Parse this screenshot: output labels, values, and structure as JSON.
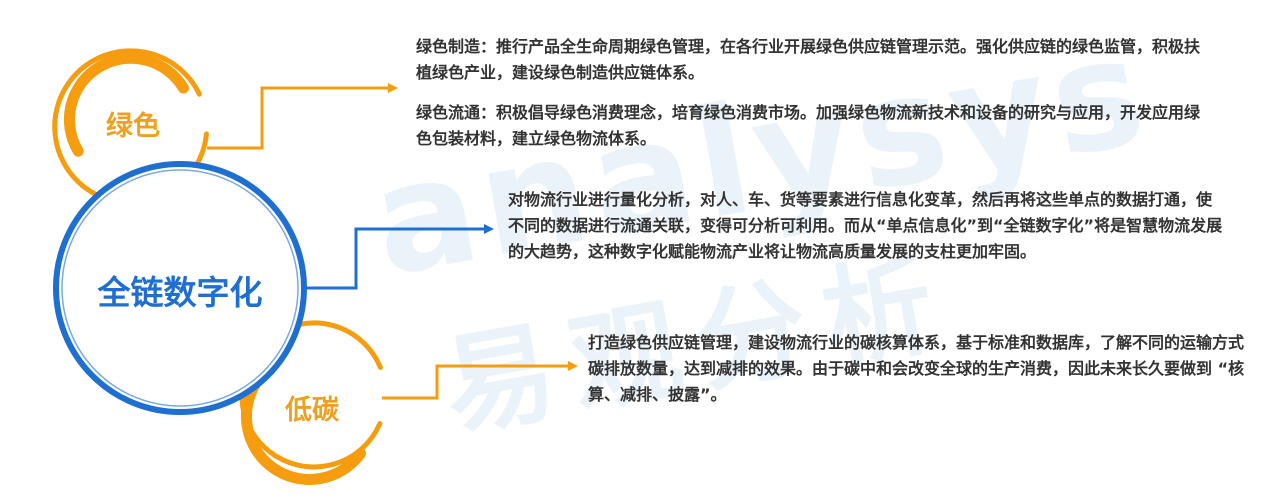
{
  "watermark": {
    "latin": "analysys",
    "cjk": "易观分析"
  },
  "colors": {
    "orange": "#f59d0e",
    "blue": "#1e6fd0",
    "text": "#333333"
  },
  "nodes": {
    "green": {
      "label": "绿色",
      "color": "#f0a020"
    },
    "digital": {
      "label": "全链数字化",
      "color": "#1e6fd0"
    },
    "low_carbon": {
      "label": "低碳",
      "color": "#f0a020"
    }
  },
  "descriptions": {
    "green_manufacturing": "绿色制造：推行产品全生命周期绿色管理，在各行业开展绿色供应链管理示范。强化供应链的绿色监管，积极扶植绿色产业，建设绿色制造供应链体系。",
    "green_circulation": "绿色流通：积极倡导绿色消费理念，培育绿色消费市场。加强绿色物流新技术和设备的研究与应用，开发应用绿色包装材料，建立绿色物流体系。",
    "digital": "对物流行业进行量化分析，对人、车、货等要素进行信息化变革，然后再将这些单点的数据打通，使不同的数据进行流通关联，变得可分析可利用。而从“单点信息化”到“全链数字化”将是智慧物流发展的大趋势，这种数字化赋能物流产业将让物流高质量发展的支柱更加牢固。",
    "low_carbon": "打造绿色供应链管理，建设物流行业的碳核算体系，基于标准和数据库，了解不同的运输方式碳排放数量，达到减排的效果。由于碳中和会改变全球的生产消费，因此未来长久要做到 “核算、减排、披露”。"
  }
}
